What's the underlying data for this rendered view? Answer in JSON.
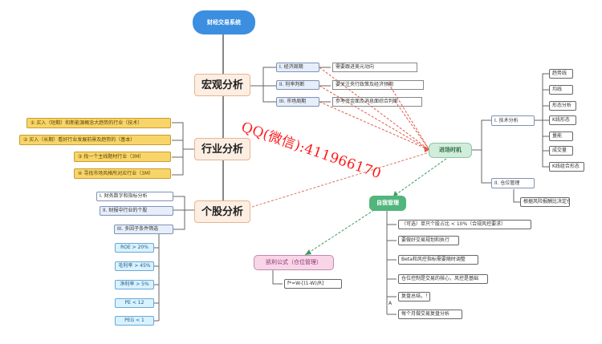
{
  "root": "财经交易系统",
  "main_branches": [
    {
      "label": "宏观分析"
    },
    {
      "label": "行业分析"
    },
    {
      "label": "个股分析"
    }
  ],
  "macro_items": [
    {
      "label": "I. 经济周期",
      "desc": "需要跟进美元动向"
    },
    {
      "label": "II. 利率判断",
      "desc": "要关注央行政策及经济预期"
    },
    {
      "label": "III. 市场周期",
      "desc": "参考资金面及消息面综合判断"
    }
  ],
  "industry_items": [
    {
      "label": "① 买入（短期）和新能源概念大趋势的行业（技术）"
    },
    {
      "label": "② 买入（长期）看好行业发展前景及趋势的（基本）"
    },
    {
      "label": "③ 找一个主线题材行业（3M）"
    },
    {
      "label": "④ 寻找市场风格所对应行业（3M）"
    }
  ],
  "stock_items": [
    {
      "label": "I. 财务数字和指标分析"
    },
    {
      "label": "II. 财报中行业的个股"
    },
    {
      "label": "III. 多因子条件筛选"
    }
  ],
  "stock_criteria": [
    {
      "label": "ROE > 20%"
    },
    {
      "label": "毛利率 > 45%"
    },
    {
      "label": "净利率 > 5%"
    },
    {
      "label": "PE < 12"
    },
    {
      "label": "PEG < 1"
    }
  ],
  "entry_hub": "进场时机",
  "technical": {
    "label": "I. 技术分析",
    "items": [
      "趋势线",
      "均线",
      "形态分析",
      "K线形态",
      "量能",
      "成交量",
      "K线组合形态"
    ]
  },
  "position": {
    "label": "II. 仓位管理",
    "items": [
      "根据风险报酬比决定仓位"
    ]
  },
  "risk_hub": "自我管理",
  "risk_items": [
    "（可选）单只个股占比 < 10%（合规风控要求）",
    "要做好交易规划和执行",
    "Beta和风控指标需要随时调整",
    "仓位控制是交易的核心，风控是基础",
    "复盘总结，！",
    "A",
    "每个月做交易复盘分析"
  ],
  "formula": {
    "label": "凯利公式（仓位管理）",
    "value": "f*=W-[(1-W)/R]"
  },
  "watermark": "QQ(微信):411966170",
  "colors": {
    "root": "#3c8fe0",
    "hub": "#52b57c",
    "watermark": "#ff1a1a",
    "dashed_red": "#e05a4a",
    "dashed_green": "#3a9d5e"
  }
}
